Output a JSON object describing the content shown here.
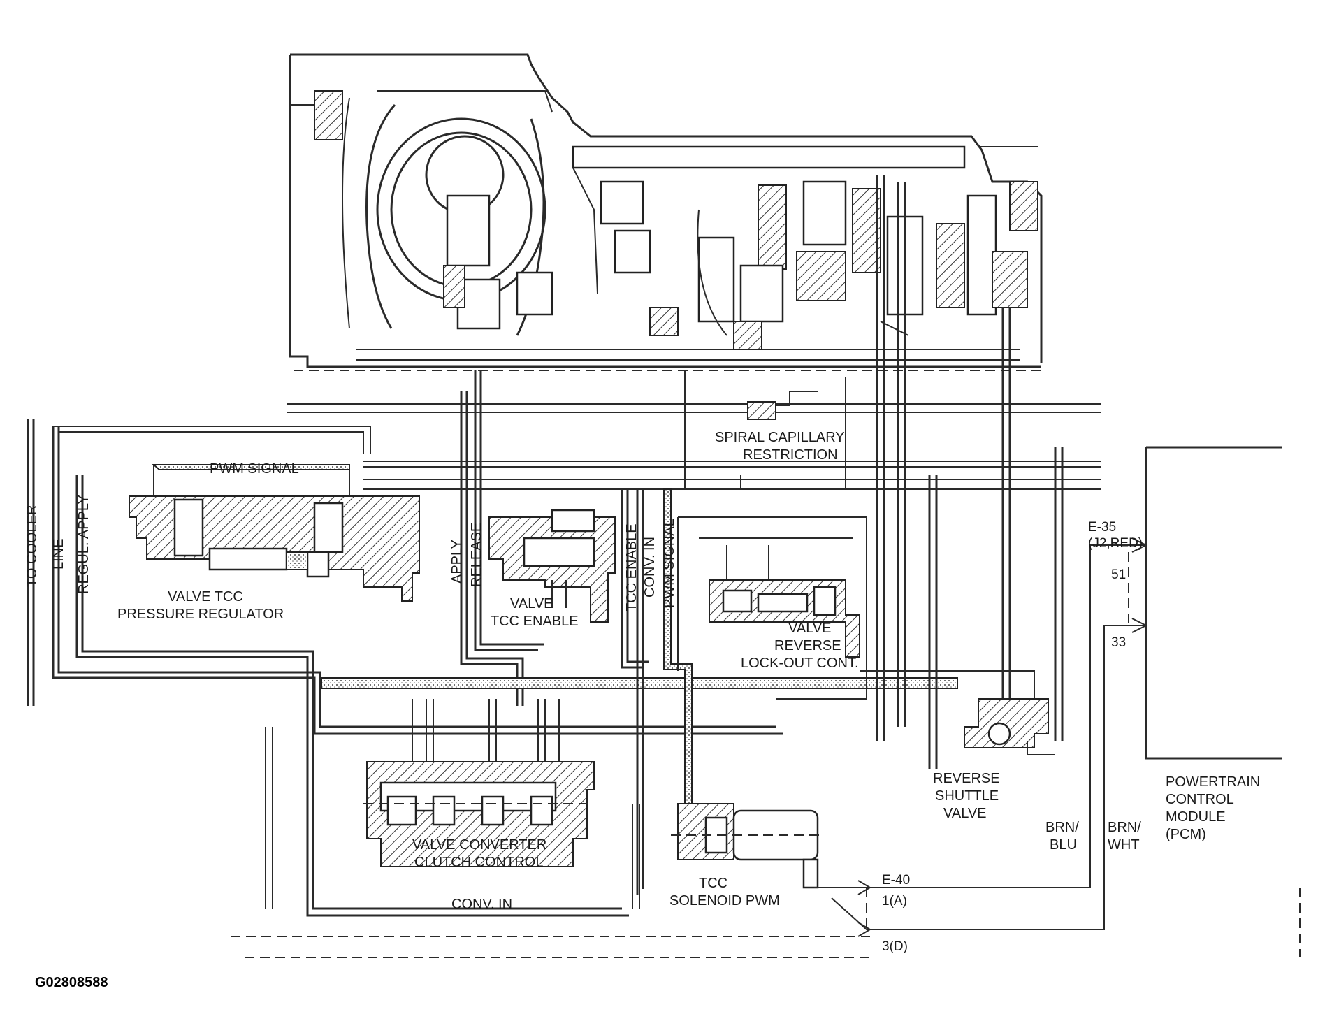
{
  "figure_id": "G02808588",
  "components": {
    "pressure_regulator": [
      "VALVE TCC",
      "PRESSURE REGULATOR"
    ],
    "tcc_enable": [
      "VALVE",
      "TCC ENABLE"
    ],
    "converter_clutch": [
      "VALVE CONVERTER",
      "CLUTCH CONTROL"
    ],
    "reverse_lockout": [
      "VALVE",
      "REVERSE",
      "LOCK-OUT CONT."
    ],
    "spiral": [
      "SPIRAL CAPILLARY",
      "RESTRICTION"
    ],
    "solenoid": [
      "TCC",
      "SOLENOID PWM"
    ],
    "shuttle": [
      "REVERSE",
      "SHUTTLE",
      "VALVE"
    ],
    "pcm": [
      "POWERTRAIN",
      "CONTROL",
      "MODULE",
      "(PCM)"
    ]
  },
  "passages": {
    "pwm_signal_top": "PWM SIGNAL",
    "to_cooler": "TO COOLER",
    "line": "LINE",
    "regul_apply": "REGUL. APPLY",
    "apply": "APPLY",
    "release": "RELEASE",
    "tcc_enable": "TCC ENABLE",
    "conv_in_vertical": "CONV. IN",
    "pwm_signal_vertical": "PWM SIGNAL",
    "conv_in_bottom": "CONV. IN"
  },
  "connectors": {
    "pcm_connector": "E-35",
    "pcm_connector_detail": "(J2,RED)",
    "pin_51": "51",
    "pin_33": "33",
    "solenoid_connector": "E-40",
    "pin_1a": "1(A)",
    "pin_3d": "3(D)"
  },
  "wires": {
    "brn_blu": [
      "BRN/",
      "BLU"
    ],
    "brn_wht": [
      "BRN/",
      "WHT"
    ]
  }
}
